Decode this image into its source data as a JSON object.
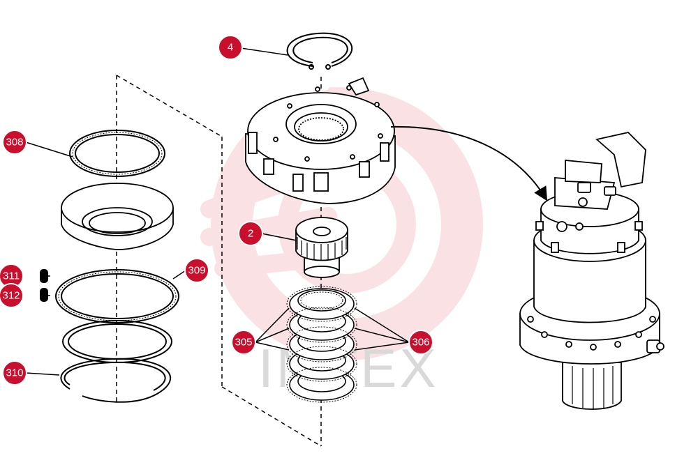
{
  "watermark": {
    "text": "IMTEX",
    "gear_color": "#f6c9cf",
    "text_color": "#d9d9d9"
  },
  "callout_color": "#c8102e",
  "callouts": [
    {
      "id": "c4",
      "label": "4"
    },
    {
      "id": "c308",
      "label": "308"
    },
    {
      "id": "c2",
      "label": "2"
    },
    {
      "id": "c311",
      "label": "311"
    },
    {
      "id": "c309",
      "label": "309"
    },
    {
      "id": "c312",
      "label": "312"
    },
    {
      "id": "c305",
      "label": "305"
    },
    {
      "id": "c306",
      "label": "306"
    },
    {
      "id": "c310",
      "label": "310"
    }
  ]
}
